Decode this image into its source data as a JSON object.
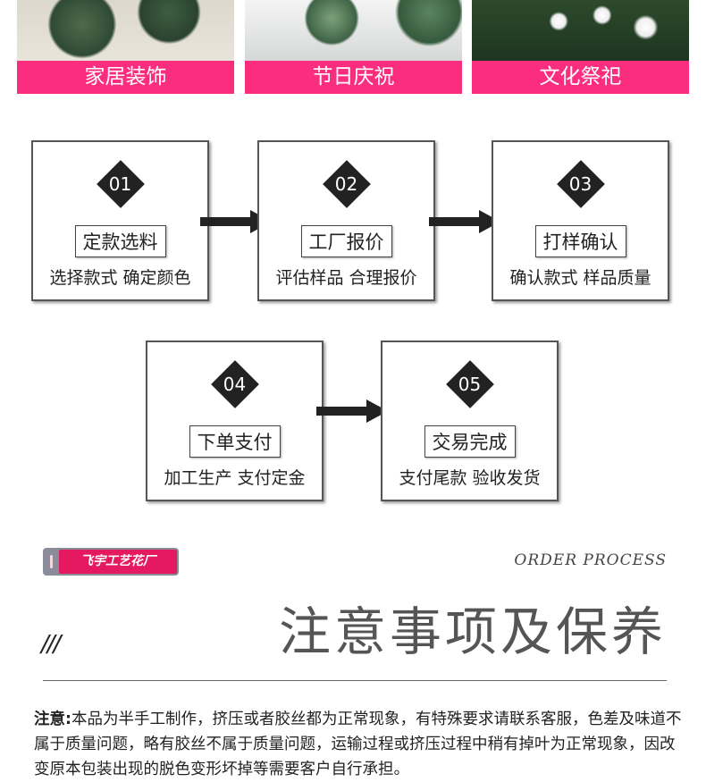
{
  "categories": [
    {
      "label": "家居装饰"
    },
    {
      "label": "节日庆祝"
    },
    {
      "label": "文化祭祀"
    }
  ],
  "steps": [
    {
      "num": "01",
      "title": "定款选料",
      "desc": "选择款式 确定颜色"
    },
    {
      "num": "02",
      "title": "工厂报价",
      "desc": "评估样品 合理报价"
    },
    {
      "num": "03",
      "title": "打样确认",
      "desc": "确认款式 样品质量"
    },
    {
      "num": "04",
      "title": "下单支付",
      "desc": "加工生产 支付定金"
    },
    {
      "num": "05",
      "title": "交易完成",
      "desc": "支付尾款 验收发货"
    }
  ],
  "brand": "飞宇工艺花厂",
  "order_process": "ORDER PROCESS",
  "section_title": "注意事项及保养",
  "slashes": "///",
  "notice": {
    "label": "注意:",
    "text": "本品为半手工制作，挤压或者胶丝都为正常现象，有特殊要求请联系客服，色差及味道不属于质量问题，略有胶丝不属于质量问题，运输过程或挤压过程中稍有掉叶为正常现象，因改变原本包装出现的脱色变形坏掉等需要客户自行承担。"
  },
  "colors": {
    "accent": "#fb2d7e"
  }
}
